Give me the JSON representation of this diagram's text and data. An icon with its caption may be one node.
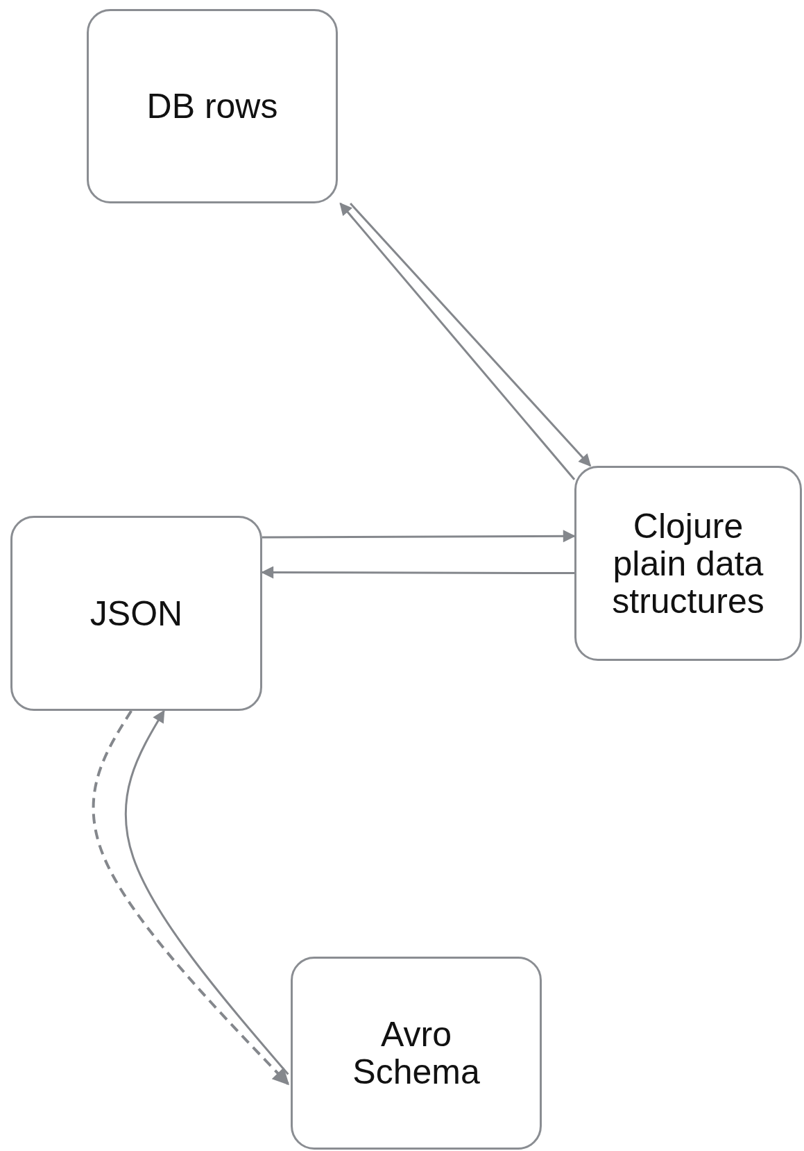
{
  "diagram": {
    "nodes": [
      {
        "text": [
          "DB rows"
        ]
      },
      {
        "text": [
          "Clojure plain data structures"
        ]
      },
      {
        "text": [
          "JSON"
        ]
      },
      {
        "text": [
          "Avro Schema"
        ]
      }
    ],
    "edges": [
      {
        "from": 0,
        "to": 1,
        "arrow": "to"
      },
      {
        "from": 1,
        "to": 0,
        "arrow": "to"
      },
      {
        "from": 2,
        "to": 1,
        "arrow": "to"
      },
      {
        "from": 1,
        "to": 2,
        "arrow": "to"
      },
      {
        "from": 2,
        "to": 3,
        "arrow": "to",
        "style": "dashed"
      },
      {
        "from": 3,
        "to": 2,
        "arrow": "to"
      }
    ]
  }
}
